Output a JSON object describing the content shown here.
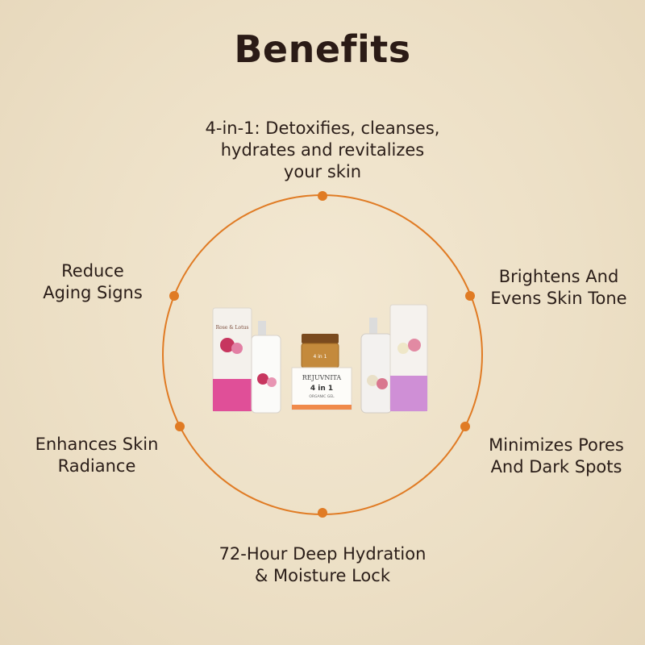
{
  "title": "Benefits",
  "accent_color": "#e07b24",
  "benefits": {
    "top": "4-in-1: Detoxifies, cleanses,\nhydrates and revitalizes\nyour skin",
    "left_top": "Reduce\nAging Signs",
    "right_top": "Brightens And\nEvens Skin Tone",
    "left_bottom": "Enhances Skin\nRadiance",
    "right_bottom": "Minimizes Pores\nAnd Dark Spots",
    "bottom": "72-Hour Deep Hydration\n& Moisture Lock"
  },
  "products": {
    "box_left_brand": "Rose & Lotus",
    "jar_label": "4 in 1",
    "box_center_brand": "REJUVNITA",
    "box_center_title": "4 in 1",
    "box_center_subtitle": "ORGANIC GEL"
  }
}
